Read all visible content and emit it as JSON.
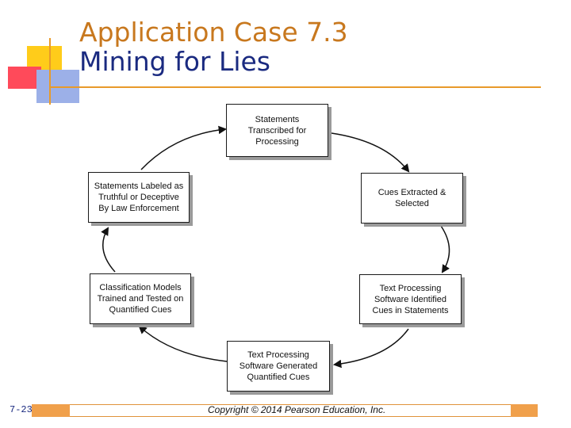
{
  "slide": {
    "title_line1": "Application Case 7.3",
    "title_line2": "Mining for Lies",
    "accent_color": "#e89a2a",
    "title_color_1": "#c8781e",
    "title_color_2": "#1a2a80"
  },
  "diagram": {
    "nodes": [
      {
        "id": "statements",
        "text": "Statements\nTranscribed for\nProcessing"
      },
      {
        "id": "cues",
        "text": "Cues Extracted &\nSelected"
      },
      {
        "id": "text-processing-identified",
        "text": "Text Processing\nSoftware Identified\nCues in Statements"
      },
      {
        "id": "text-processing-generated",
        "text": "Text Processing\nSoftware Generated\nQuantified Cues"
      },
      {
        "id": "classification",
        "text": "Classification Models\nTrained and Tested on\nQuantified Cues"
      },
      {
        "id": "labeled",
        "text": "Statements Labeled as\nTruthful or Deceptive\nBy Law Enforcement"
      }
    ],
    "flow": "clockwise cycle"
  },
  "footer": {
    "slide_number": "7-23",
    "copyright": "Copyright © 2014 Pearson Education, Inc."
  }
}
